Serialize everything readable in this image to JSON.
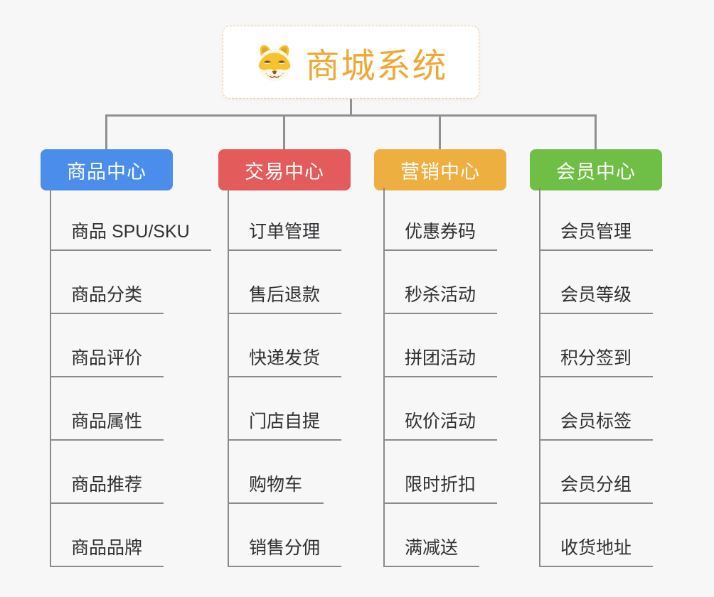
{
  "root": {
    "title": "商城系统",
    "icon": "dog-face-icon",
    "title_color": "#f0a835",
    "border_color": "#f2c98f"
  },
  "colors": {
    "background": "#f7f7f7",
    "connector": "#909090",
    "underline": "#8a8a8a",
    "item_text": "#303033",
    "header_text": "#ffffff"
  },
  "columns": [
    {
      "title": "商品中心",
      "color": "#4b8dea",
      "items": [
        "商品 SPU/SKU",
        "商品分类",
        "商品评价",
        "商品属性",
        "商品推荐",
        "商品品牌"
      ]
    },
    {
      "title": "交易中心",
      "color": "#e45b5b",
      "items": [
        "订单管理",
        "售后退款",
        "快递发货",
        "门店自提",
        "购物车",
        "销售分佣"
      ]
    },
    {
      "title": "营销中心",
      "color": "#eeaf41",
      "items": [
        "优惠券码",
        "秒杀活动",
        "拼团活动",
        "砍价活动",
        "限时折扣",
        "满减送"
      ]
    },
    {
      "title": "会员中心",
      "color": "#6fbe45",
      "items": [
        "会员管理",
        "会员等级",
        "积分签到",
        "会员标签",
        "会员分组",
        "收货地址"
      ]
    }
  ]
}
